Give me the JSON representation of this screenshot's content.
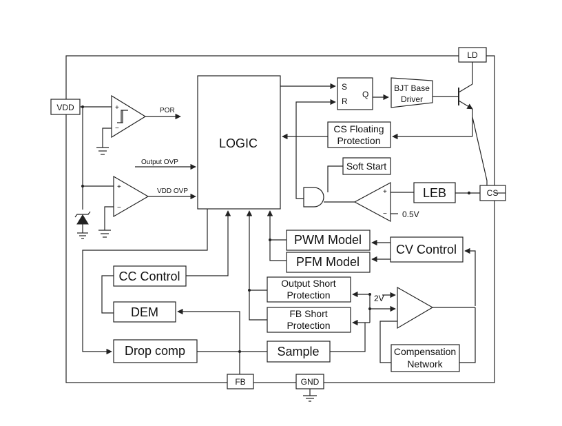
{
  "pins": {
    "vdd": "VDD",
    "ld": "LD",
    "cs": "CS",
    "fb": "FB",
    "gnd": "GND"
  },
  "blocks": {
    "logic": "LOGIC",
    "sr_s": "S",
    "sr_r": "R",
    "sr_q": "Q",
    "bjt_driver_line1": "BJT Base",
    "bjt_driver_line2": "Driver",
    "cs_floating_line1": "CS Floating",
    "cs_floating_line2": "Protection",
    "soft_start": "Soft Start",
    "leb": "LEB",
    "pwm": "PWM Model",
    "pfm": "PFM Model",
    "cv_control": "CV Control",
    "cc_control": "CC Control",
    "output_short_line1": "Output Short",
    "output_short_line2": "Protection",
    "fb_short_line1": "FB Short",
    "fb_short_line2": "Protection",
    "dem": "DEM",
    "drop_comp": "Drop comp",
    "sample": "Sample",
    "comp_network_line1": "Compensation",
    "comp_network_line2": "Network"
  },
  "signals": {
    "por": "POR",
    "output_ovp": "Output OVP",
    "vdd_ovp": "VDD OVP",
    "v05": "0.5V",
    "v2": "2V",
    "plus": "+",
    "minus": "−"
  }
}
